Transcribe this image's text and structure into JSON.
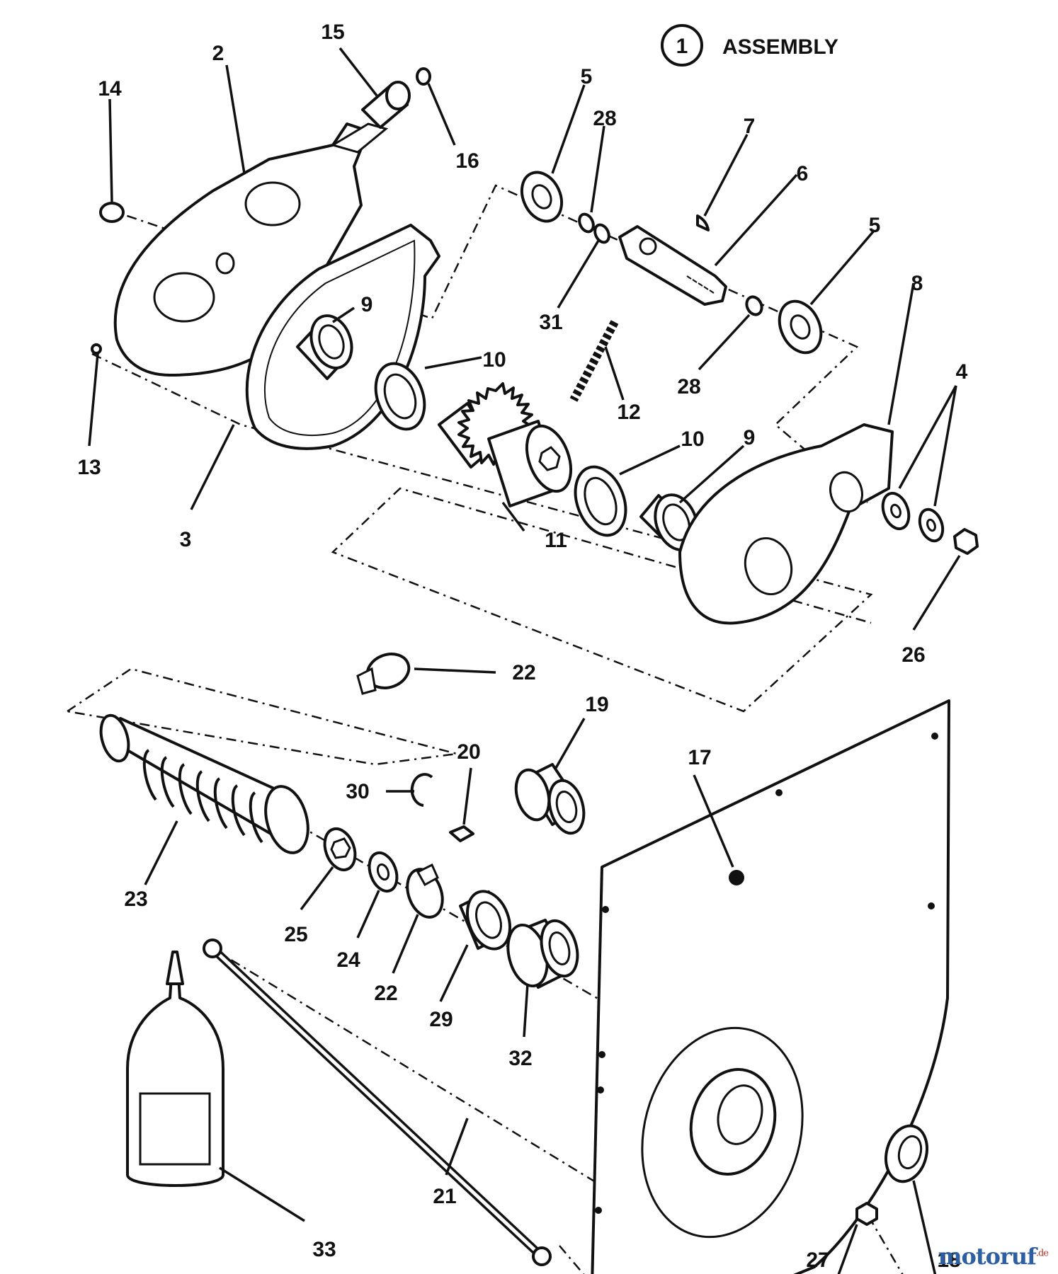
{
  "assembly": {
    "number": "1",
    "label": "ASSEMBLY"
  },
  "callouts": [
    {
      "id": "c15",
      "label": "15"
    },
    {
      "id": "c2",
      "label": "2"
    },
    {
      "id": "c14",
      "label": "14"
    },
    {
      "id": "c16",
      "label": "16"
    },
    {
      "id": "c5a",
      "label": "5"
    },
    {
      "id": "c28a",
      "label": "28"
    },
    {
      "id": "c7",
      "label": "7"
    },
    {
      "id": "c6",
      "label": "6"
    },
    {
      "id": "c5b",
      "label": "5"
    },
    {
      "id": "c8",
      "label": "8"
    },
    {
      "id": "c9a",
      "label": "9"
    },
    {
      "id": "c10a",
      "label": "10"
    },
    {
      "id": "c31",
      "label": "31"
    },
    {
      "id": "c28b",
      "label": "28"
    },
    {
      "id": "c12",
      "label": "12"
    },
    {
      "id": "c4",
      "label": "4"
    },
    {
      "id": "c13",
      "label": "13"
    },
    {
      "id": "c10b",
      "label": "10"
    },
    {
      "id": "c9b",
      "label": "9"
    },
    {
      "id": "c3",
      "label": "3"
    },
    {
      "id": "c11",
      "label": "11"
    },
    {
      "id": "c26",
      "label": "26"
    },
    {
      "id": "c22a",
      "label": "22"
    },
    {
      "id": "c19",
      "label": "19"
    },
    {
      "id": "c20",
      "label": "20"
    },
    {
      "id": "c17",
      "label": "17"
    },
    {
      "id": "c30",
      "label": "30"
    },
    {
      "id": "c23",
      "label": "23"
    },
    {
      "id": "c25",
      "label": "25"
    },
    {
      "id": "c24",
      "label": "24"
    },
    {
      "id": "c22b",
      "label": "22"
    },
    {
      "id": "c29",
      "label": "29"
    },
    {
      "id": "c32",
      "label": "32"
    },
    {
      "id": "c21",
      "label": "21"
    },
    {
      "id": "c33",
      "label": "33"
    },
    {
      "id": "c27",
      "label": "27"
    },
    {
      "id": "c18",
      "label": "18"
    }
  ],
  "watermark": {
    "brand": "motoruf",
    "suffix": ".de"
  }
}
